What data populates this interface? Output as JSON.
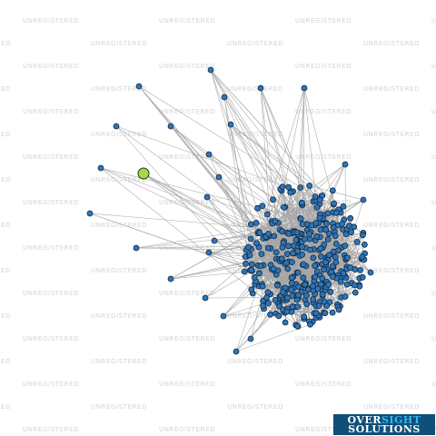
{
  "watermark": {
    "text": "UNREGISTERED"
  },
  "colors": {
    "edge": "#a6a6a6",
    "node": "#2f74b5",
    "node_stroke": "#0f2a45",
    "focus_node": "#a3d84a",
    "watermark": "#d4d4d4",
    "logo_bg": "#0e5078",
    "logo_accent": "#35b4f2"
  },
  "graph": {
    "type": "network",
    "nodes_visible_approx": 300,
    "focus_nodes": 1
  },
  "logo": {
    "line1_a": "OVER",
    "line1_b": "SIGHT",
    "line2": "SOLUTIONS"
  }
}
